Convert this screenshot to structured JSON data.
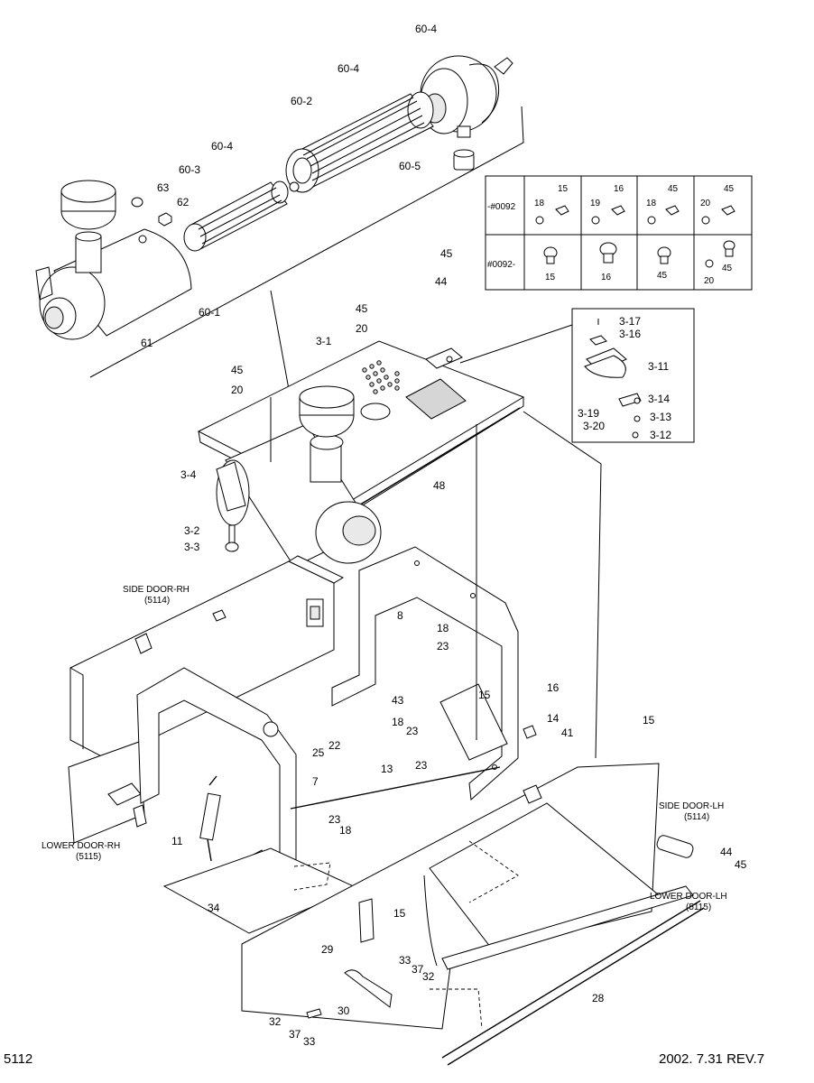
{
  "footer": {
    "page_number": "5112",
    "revision": "2002. 7.31  REV.7"
  },
  "inset_table": {
    "rows": [
      {
        "label": "-#0092",
        "cells": [
          [
            "18",
            "15"
          ],
          [
            "19",
            "16"
          ],
          [
            "18",
            "45"
          ],
          [
            "20",
            "45"
          ]
        ]
      },
      {
        "label": "#0092-",
        "cells": [
          [
            "15"
          ],
          [
            "16"
          ],
          [
            "45"
          ],
          [
            "20",
            "45"
          ]
        ]
      }
    ]
  },
  "callouts": {
    "c60_4_top": "60-4",
    "c60_4_mid": "60-4",
    "c60_2": "60-2",
    "c60_4_left": "60-4",
    "c60_5": "60-5",
    "c60_3": "60-3",
    "c63": "63",
    "c62": "62",
    "c60_1": "60-1",
    "c61": "61",
    "c45_a": "45",
    "c44_a": "44",
    "c45_b": "45",
    "c20_a": "20",
    "c3_1": "3-1",
    "c45_c": "45",
    "c20_b": "20",
    "c3_4": "3-4",
    "c48": "48",
    "c3_2": "3-2",
    "c3_3": "3-3",
    "c3_17": "3-17",
    "c3_16": "3-16",
    "c3_11": "3-11",
    "c3_14": "3-14",
    "c3_19": "3-19",
    "c3_13": "3-13",
    "c3_20": "3-20",
    "c3_12": "3-12",
    "c8": "8",
    "c18_a": "18",
    "c23_a": "23",
    "c16": "16",
    "c15_a": "15",
    "c14": "14",
    "c41": "41",
    "c15_b": "15",
    "c43": "43",
    "c18_b": "18",
    "c23_b": "23",
    "c22": "22",
    "c25": "25",
    "c23_c": "23",
    "c13": "13",
    "c7": "7",
    "c23_d": "23",
    "c18_c": "18",
    "c11": "11",
    "c34": "34",
    "c15_c": "15",
    "c29": "29",
    "c33_a": "33",
    "c37_a": "37",
    "c32_a": "32",
    "c30": "30",
    "c32_b": "32",
    "c37_b": "37",
    "c33_b": "33",
    "c28": "28",
    "c44_b": "44",
    "c45_d": "45"
  },
  "door_labels": {
    "side_rh": "SIDE DOOR-RH",
    "side_rh_ref": "(5114)",
    "lower_rh": "LOWER DOOR-RH",
    "lower_rh_ref": "(5115)",
    "side_lh": "SIDE DOOR-LH",
    "side_lh_ref": "(5114)",
    "lower_lh": "LOWER DOOR-LH",
    "lower_lh_ref": "(5115)"
  }
}
